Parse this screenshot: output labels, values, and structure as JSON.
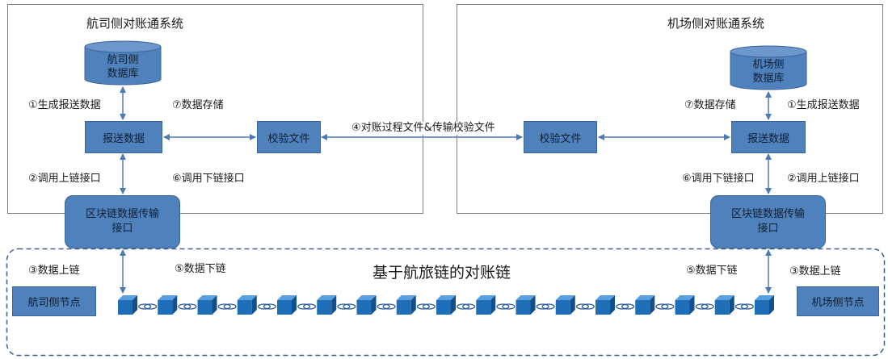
{
  "airline_system": {
    "title": "航司侧对账通系统",
    "database_line1": "航司侧",
    "database_line2": "数据库",
    "submit_data": "报送数据",
    "verify_file": "校验文件",
    "blockchain_interface_line1": "区块链数据传输",
    "blockchain_interface_line2": "接口",
    "step1": "①生成报送数据",
    "step7": "⑦数据存储",
    "step2": "②调用上链接口",
    "step6": "⑥调用下链接口",
    "step3": "③数据上链",
    "step5": "⑤数据下链",
    "node": "航司侧节点"
  },
  "airport_system": {
    "title": "机场侧对账通系统",
    "database_line1": "机场侧",
    "database_line2": "数据库",
    "submit_data": "报送数据",
    "verify_file": "校验文件",
    "blockchain_interface_line1": "区块链数据传输",
    "blockchain_interface_line2": "接口",
    "step7": "⑦数据存储",
    "step1": "①生成报送数据",
    "step6": "⑥调用下链接口",
    "step2": "②调用上链接口",
    "step5": "⑤数据下链",
    "step3": "③数据上链",
    "node": "机场侧节点"
  },
  "exchange_label": "④对账过程文件&传输校验文件",
  "chain_title": "基于航旅链的对账链",
  "colors": {
    "box_fill": "#4f81bd",
    "box_border": "#3a6496",
    "arrow": "#4a7ab5",
    "frame": "#7f7f7f",
    "dash": "#3f5f8f",
    "cube": "#1f6fb8"
  },
  "chain_block_count": 17
}
